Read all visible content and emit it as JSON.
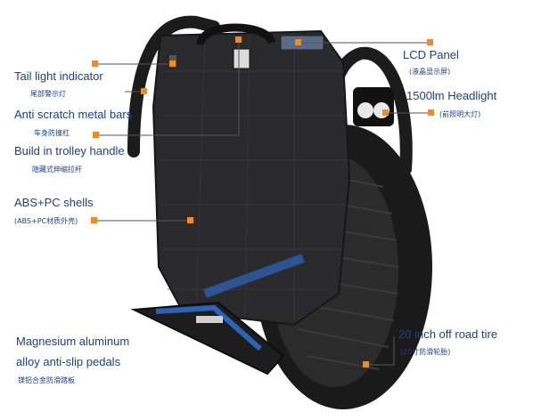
{
  "colors": {
    "accent": "#f08a24",
    "text": "#1b3f91",
    "body": "#2a2a2c",
    "tire": "#1a1a1a",
    "pedal_logo": "#2e6fd6"
  },
  "callouts": {
    "tail_light": {
      "en": "Tail light indicator",
      "cn": "尾部警示灯"
    },
    "metal_bars": {
      "en": "Anti scratch metal bars",
      "cn": "车身防撞杠"
    },
    "trolley": {
      "en": "Build in trolley handle",
      "cn": "隐藏式伸缩拉杆"
    },
    "shells": {
      "en": "ABS+PC shells",
      "cn": "(ABS+PC材质外壳)"
    },
    "pedals": {
      "en1": "Magnesium aluminum",
      "en2": "alloy anti-slip pedals",
      "cn": "镁铝合金防滑踏板"
    },
    "lcd": {
      "en": "LCD Panel",
      "cn": "(液晶显示屏)"
    },
    "headlight": {
      "en": "1500lm Headlight",
      "cn": "(前照明大灯)"
    },
    "tire": {
      "en": "20 inch off road tire",
      "cn": "(20寸防滑轮胎)"
    }
  }
}
